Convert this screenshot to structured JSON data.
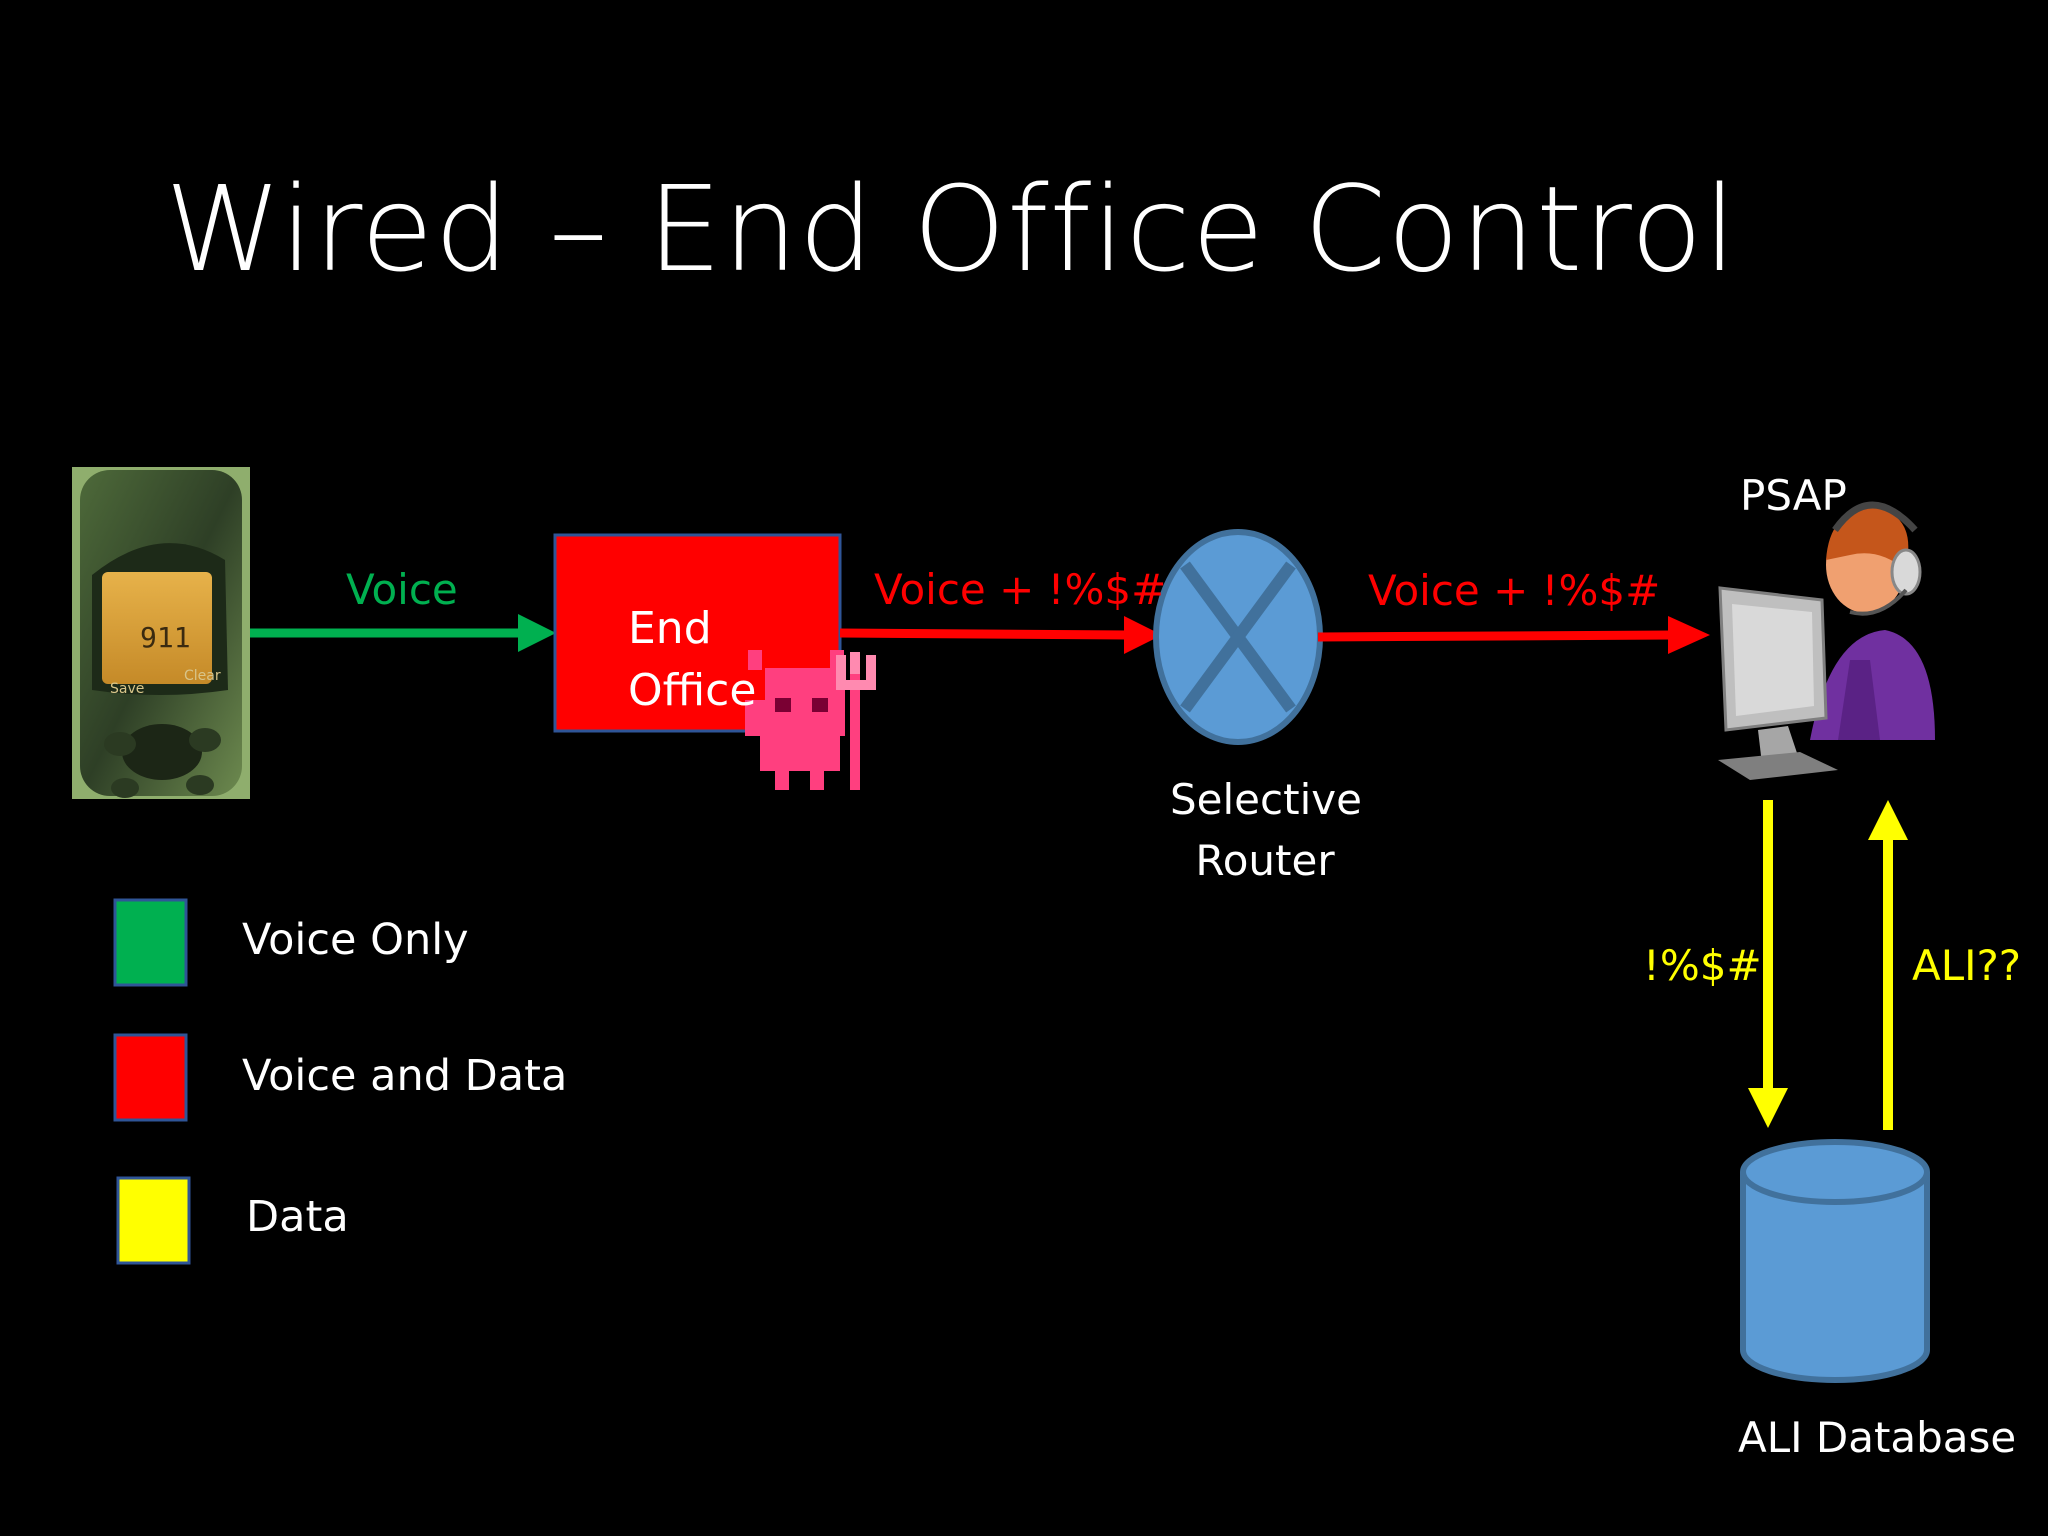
{
  "slide": {
    "title": "Wired – End Office Control"
  },
  "diagram": {
    "phone_screen": "911",
    "phone_soft_left": "Save",
    "phone_soft_right": "Clear",
    "link_phone_eo": "Voice",
    "end_office_line1": "End",
    "end_office_line2": "Office",
    "link_eo_sr": "Voice + !%$#",
    "selective_router_line1": "Selective",
    "selective_router_line2": "Router",
    "link_sr_psap": "Voice + !%$#",
    "psap_label": "PSAP",
    "link_down_label": "!%$#",
    "link_up_label": "ALI??",
    "database_label": "ALI Database"
  },
  "legend": [
    {
      "label": "Voice Only",
      "color": "#00b050"
    },
    {
      "label": "Voice and Data",
      "color": "#ff0000"
    },
    {
      "label": "Data",
      "color": "#ffff00"
    }
  ],
  "colors": {
    "voice_only": "#00b050",
    "voice_data": "#ff0000",
    "data": "#ffff00",
    "node_blue": "#5b9bd5",
    "node_outline": "#41719c"
  }
}
